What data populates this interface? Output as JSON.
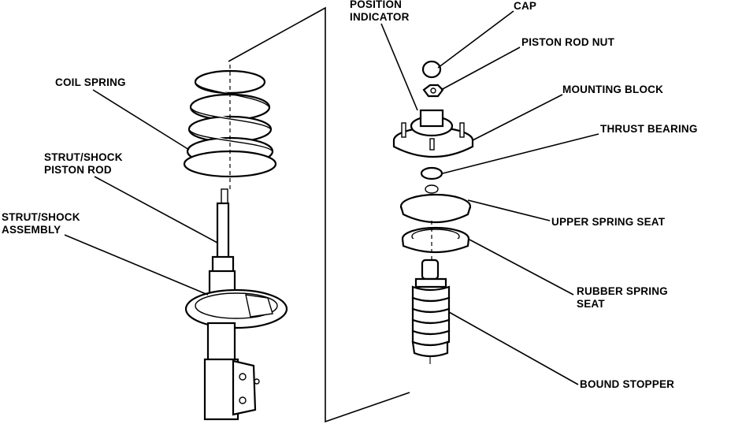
{
  "labels": {
    "coil_spring": "COIL SPRING",
    "strut_piston_rod": [
      "STRUT/SHOCK",
      "PISTON ROD"
    ],
    "strut_assembly": [
      "STRUT/SHOCK",
      "ASSEMBLY"
    ],
    "position_indicator": [
      "POSITION",
      "INDICATOR"
    ],
    "cap": "CAP",
    "piston_rod_nut": "PISTON ROD NUT",
    "mounting_block": "MOUNTING BLOCK",
    "thrust_bearing": "THRUST BEARING",
    "upper_spring_seat": "UPPER SPRING SEAT",
    "rubber_spring_seat": [
      "RUBBER SPRING",
      "SEAT"
    ],
    "bound_stopper": "BOUND STOPPER"
  }
}
